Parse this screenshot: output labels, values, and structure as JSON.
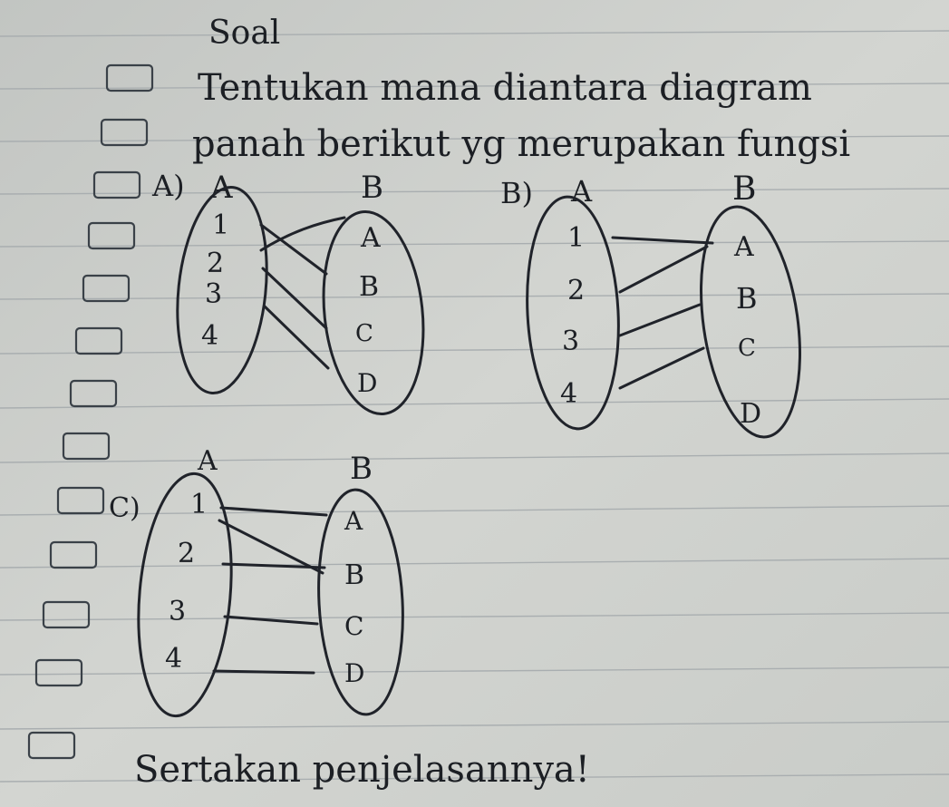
{
  "note": {
    "title": "Soal",
    "question_line1": "Tentukan mana diantara diagram",
    "question_line2": "panah berikut yg merupakan fungsi",
    "closing": "Sertakan penjelasannya!"
  },
  "diagrams": [
    {
      "label": "A)",
      "domain_label": "A",
      "codomain_label": "B",
      "domain": [
        "1",
        "2",
        "3",
        "4"
      ],
      "codomain": [
        "A",
        "B",
        "C",
        "D"
      ]
    },
    {
      "label": "B)",
      "domain_label": "A",
      "codomain_label": "B",
      "domain": [
        "1",
        "2",
        "3",
        "4"
      ],
      "codomain": [
        "A",
        "B",
        "C",
        "D"
      ]
    },
    {
      "label": "C)",
      "domain_label": "A",
      "codomain_label": "B",
      "domain": [
        "1",
        "2",
        "3",
        "4"
      ],
      "codomain": [
        "A",
        "B",
        "C",
        "D"
      ]
    }
  ],
  "colors": {
    "paper": "#cfd1cd",
    "ink": "#20232a",
    "rule_line": "#a9aeb0"
  }
}
